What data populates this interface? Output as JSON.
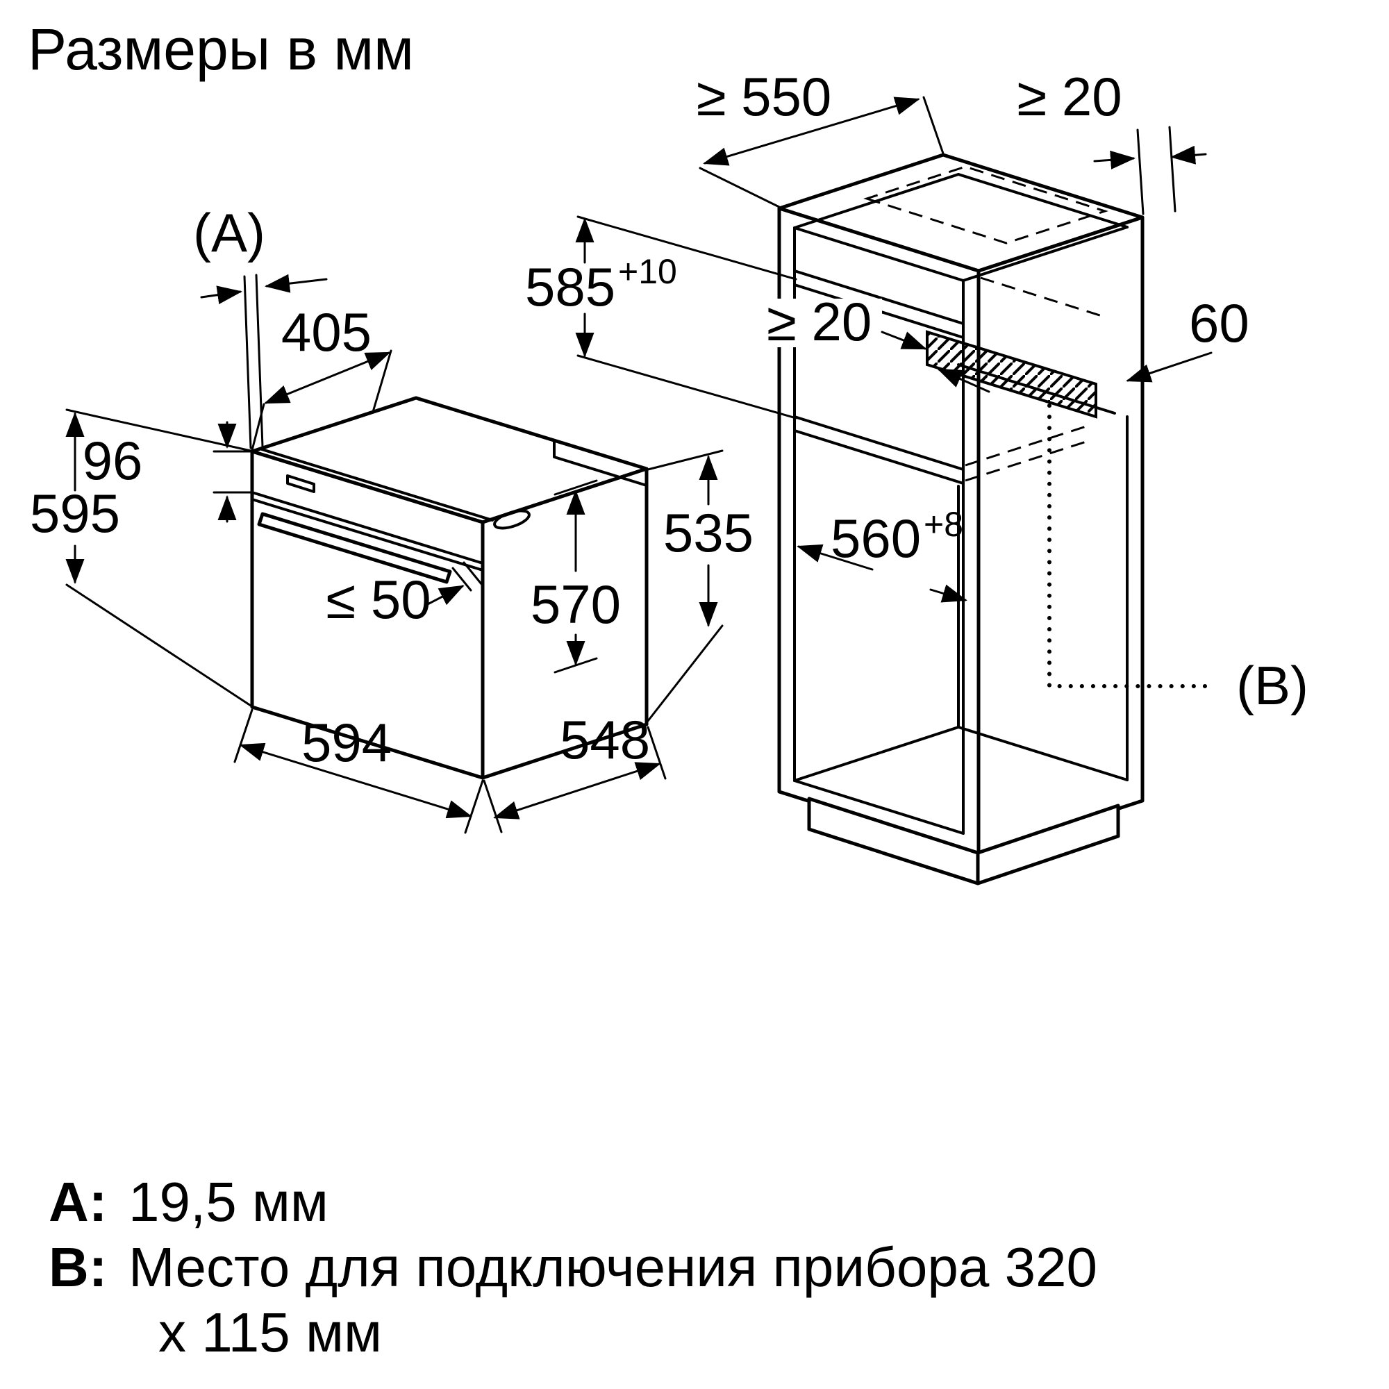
{
  "title": "Размеры в мм",
  "colors": {
    "line": "#000000",
    "background": "#ffffff"
  },
  "oven": {
    "labels": {
      "ref_a": "(A)",
      "top_depth": "405",
      "panel_height": "96",
      "front_height": "595",
      "handle_clearance": "≤ 50",
      "inner_height": "570",
      "rear_height": "535",
      "width": "594",
      "depth": "548"
    }
  },
  "cabinet": {
    "labels": {
      "top_depth_min": "≥ 550",
      "wall_gap_min": "≥ 20",
      "niche_height": "585",
      "niche_height_tol": "+10",
      "rear_gap_min": "≥ 20",
      "vent_height": "60",
      "niche_width": "560",
      "niche_width_tol": "+8",
      "ref_b": "(B)"
    }
  },
  "legend": {
    "a_key": "A:",
    "a_value": "19,5 мм",
    "b_key": "B:",
    "b_value_line1": "Место для подключения прибора 320",
    "b_value_line2": "х 115 мм"
  }
}
